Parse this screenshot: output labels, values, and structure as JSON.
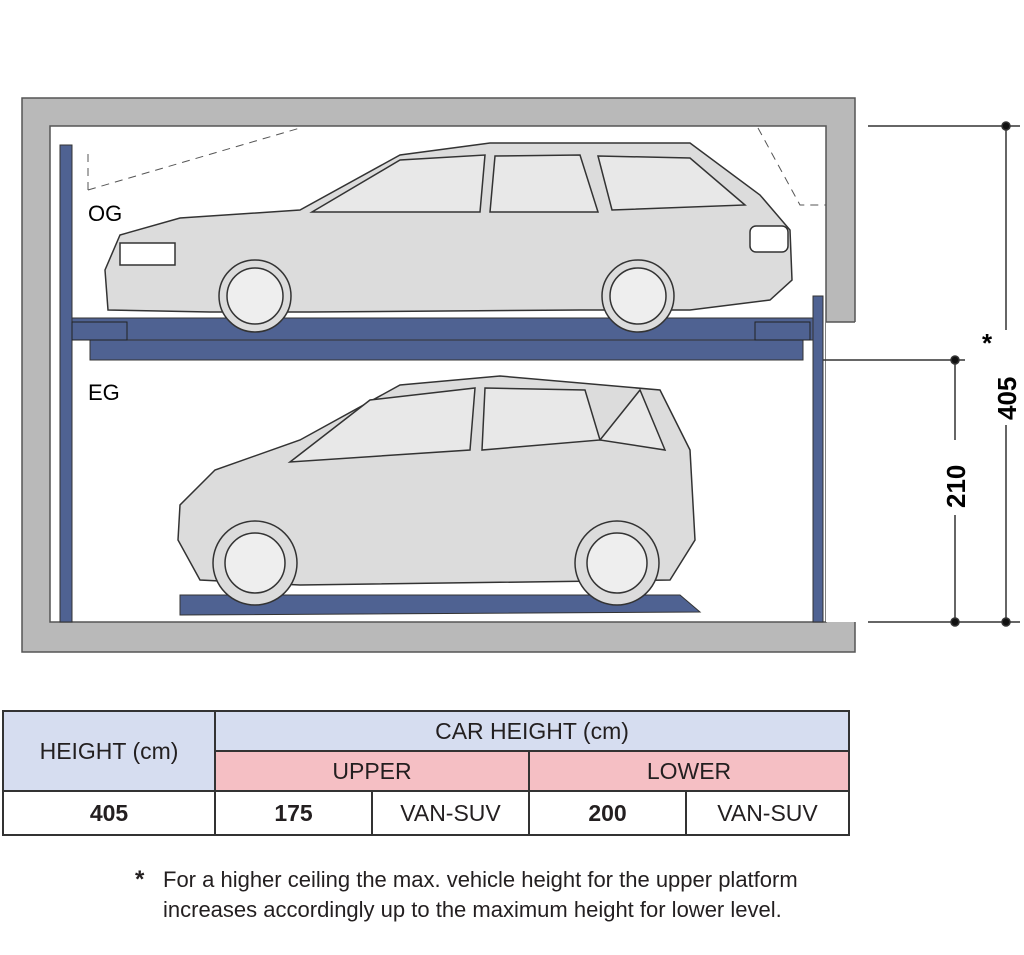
{
  "diagram": {
    "level_upper": "OG",
    "level_lower": "EG",
    "dim_total": "405",
    "dim_total_mark": "*",
    "dim_lower": "210"
  },
  "table": {
    "col_height": "HEIGHT (cm)",
    "col_car_height": "CAR HEIGHT (cm)",
    "upper": "UPPER",
    "lower": "LOWER",
    "row": {
      "height": "405",
      "upper_value": "175",
      "upper_type": "VAN-SUV",
      "lower_value": "200",
      "lower_type": "VAN-SUV"
    }
  },
  "footnote": {
    "mark": "*",
    "text": "For a higher ceiling the max. vehicle height for the upper platform increases accordingly up to the maximum height for lower level."
  },
  "colors": {
    "wall": "#b9b9b9",
    "platform": "#4f6292",
    "car": "#dcdcdc",
    "header_blue": "#d6ddf0",
    "header_pink": "#f5bfc4"
  }
}
